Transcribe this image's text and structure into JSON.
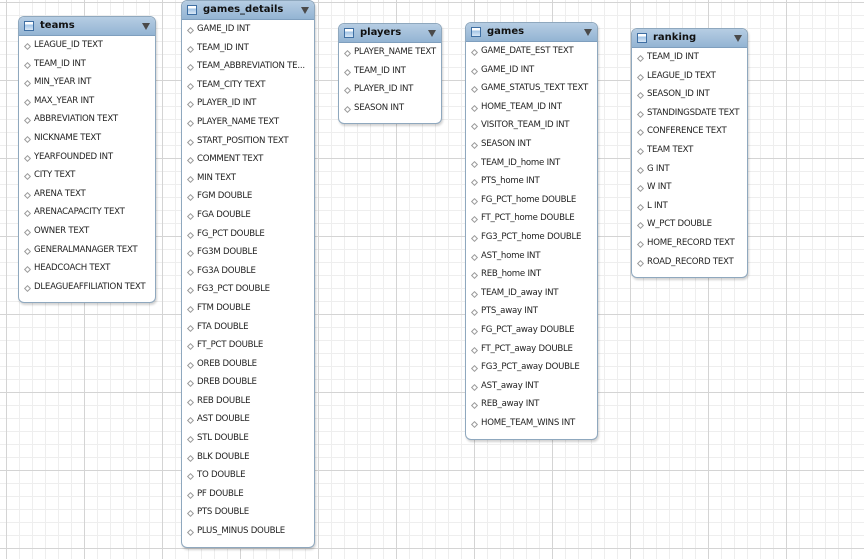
{
  "tables": [
    {
      "name": "teams",
      "columns": [
        "LEAGUE_ID TEXT",
        "TEAM_ID INT",
        "MIN_YEAR INT",
        "MAX_YEAR INT",
        "ABBREVIATION TEXT",
        "NICKNAME TEXT",
        "YEARFOUNDED INT",
        "CITY TEXT",
        "ARENA TEXT",
        "ARENACAPACITY TEXT",
        "OWNER TEXT",
        "GENERALMANAGER TEXT",
        "HEADCOACH TEXT",
        "DLEAGUEAFFILIATION TEXT"
      ]
    },
    {
      "name": "games_details",
      "columns": [
        "GAME_ID INT",
        "TEAM_ID INT",
        "TEAM_ABBREVIATION TE...",
        "TEAM_CITY TEXT",
        "PLAYER_ID INT",
        "PLAYER_NAME TEXT",
        "START_POSITION TEXT",
        "COMMENT TEXT",
        "MIN TEXT",
        "FGM DOUBLE",
        "FGA DOUBLE",
        "FG_PCT DOUBLE",
        "FG3M DOUBLE",
        "FG3A DOUBLE",
        "FG3_PCT DOUBLE",
        "FTM DOUBLE",
        "FTA DOUBLE",
        "FT_PCT DOUBLE",
        "OREB DOUBLE",
        "DREB DOUBLE",
        "REB DOUBLE",
        "AST DOUBLE",
        "STL DOUBLE",
        "BLK DOUBLE",
        "TO DOUBLE",
        "PF DOUBLE",
        "PTS DOUBLE",
        "PLUS_MINUS DOUBLE"
      ]
    },
    {
      "name": "players",
      "columns": [
        "PLAYER_NAME TEXT",
        "TEAM_ID INT",
        "PLAYER_ID INT",
        "SEASON INT"
      ]
    },
    {
      "name": "games",
      "columns": [
        "GAME_DATE_EST TEXT",
        "GAME_ID INT",
        "GAME_STATUS_TEXT TEXT",
        "HOME_TEAM_ID INT",
        "VISITOR_TEAM_ID INT",
        "SEASON INT",
        "TEAM_ID_home INT",
        "PTS_home INT",
        "FG_PCT_home DOUBLE",
        "FT_PCT_home DOUBLE",
        "FG3_PCT_home DOUBLE",
        "AST_home INT",
        "REB_home INT",
        "TEAM_ID_away INT",
        "PTS_away INT",
        "FG_PCT_away DOUBLE",
        "FT_PCT_away DOUBLE",
        "FG3_PCT_away DOUBLE",
        "AST_away INT",
        "REB_away INT",
        "HOME_TEAM_WINS INT"
      ]
    },
    {
      "name": "ranking",
      "columns": [
        "TEAM_ID INT",
        "LEAGUE_ID TEXT",
        "SEASON_ID INT",
        "STANDINGSDATE TEXT",
        "CONFERENCE TEXT",
        "TEAM TEXT",
        "G INT",
        "W INT",
        "L INT",
        "W_PCT DOUBLE",
        "HOME_RECORD TEXT",
        "ROAD_RECORD TEXT"
      ]
    }
  ]
}
